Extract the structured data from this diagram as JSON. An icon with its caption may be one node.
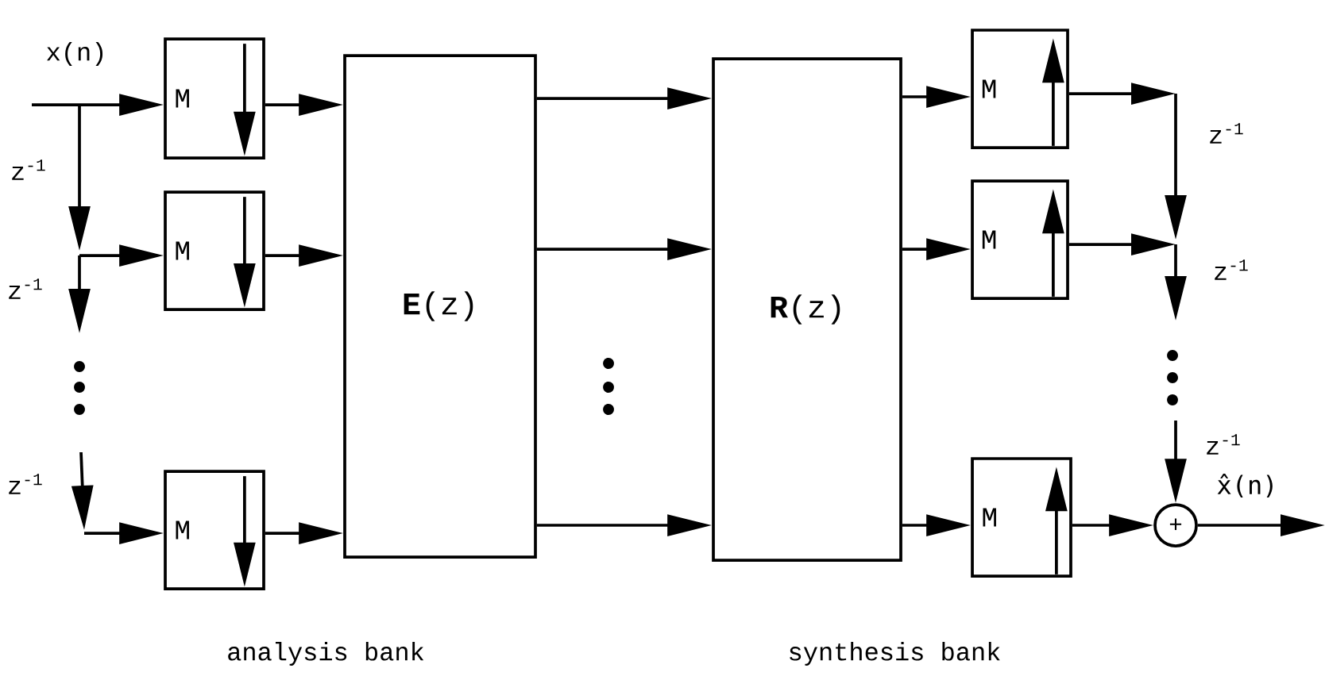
{
  "diagram": {
    "nodes": [
      {
        "text": [
          "M"
        ]
      },
      {
        "text": [
          "M"
        ]
      },
      {
        "text": [
          "M"
        ]
      },
      {
        "text": [
          "**E**(z)"
        ]
      },
      {
        "text": [
          "**R**(z)"
        ]
      },
      {
        "text": [
          "M"
        ]
      },
      {
        "text": [
          "M"
        ]
      },
      {
        "text": [
          "M"
        ]
      },
      {
        "text": [
          "+"
        ]
      }
    ],
    "edges": [
      {
        "from": null,
        "to": 0,
        "arrow": "to",
        "label": "x(n)"
      },
      {
        "from": null,
        "to": 1,
        "arrow": "to"
      },
      {
        "from": null,
        "to": 2,
        "arrow": "to"
      },
      {
        "from": 0,
        "to": 3,
        "arrow": "to"
      },
      {
        "from": 1,
        "to": 3,
        "arrow": "to"
      },
      {
        "from": 2,
        "to": 3,
        "arrow": "to"
      },
      {
        "from": 3,
        "to": 4,
        "arrow": "to"
      },
      {
        "from": 3,
        "to": 4,
        "arrow": "to"
      },
      {
        "from": 3,
        "to": 4,
        "arrow": "to"
      },
      {
        "from": 4,
        "to": 5,
        "arrow": "to"
      },
      {
        "from": 4,
        "to": 6,
        "arrow": "to"
      },
      {
        "from": 4,
        "to": 7,
        "arrow": "to"
      },
      {
        "from": 5,
        "to": null,
        "arrow": "to"
      },
      {
        "from": 6,
        "to": null,
        "arrow": "to"
      },
      {
        "from": null,
        "to": 8,
        "arrow": "to"
      },
      {
        "from": 7,
        "to": 8,
        "arrow": "to"
      },
      {
        "from": 8,
        "to": null,
        "arrow": "to",
        "label": "x̂(n)"
      }
    ],
    "labels": [
      "z$^{-1}$",
      "z$^{-1}$",
      "z$^{-1}$",
      "z$^{-1}$",
      "z$^{-1}$",
      "z$^{-1}$",
      "analysis bank",
      "synthesis bank"
    ]
  }
}
